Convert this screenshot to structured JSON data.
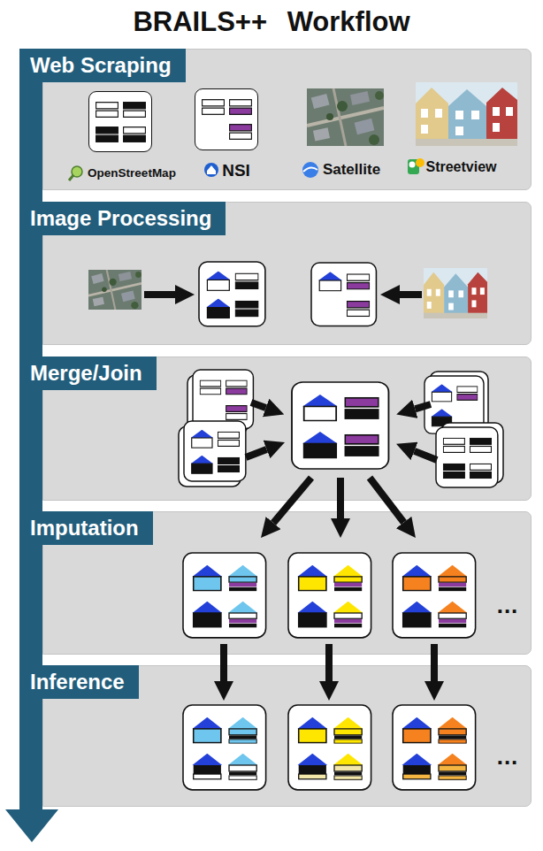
{
  "diagram": {
    "title": "BRAILS++ Workflow",
    "nodes": [
      {
        "text": [
          "Web Scraping"
        ]
      },
      {
        "text": [
          "OpenStreetMap"
        ],
        "in": 0
      },
      {
        "text": [
          "NSI"
        ],
        "in": 0
      },
      {
        "text": [
          "Satellite"
        ],
        "in": 0
      },
      {
        "text": [
          "Streetview"
        ],
        "in": 0
      },
      {
        "text": [
          "Image Processing"
        ]
      },
      {
        "text": [
          "Merge/Join"
        ]
      },
      {
        "text": [
          "Imputation"
        ]
      },
      {
        "text": [
          "Inference"
        ]
      }
    ],
    "labels": [
      "...",
      "..."
    ]
  }
}
